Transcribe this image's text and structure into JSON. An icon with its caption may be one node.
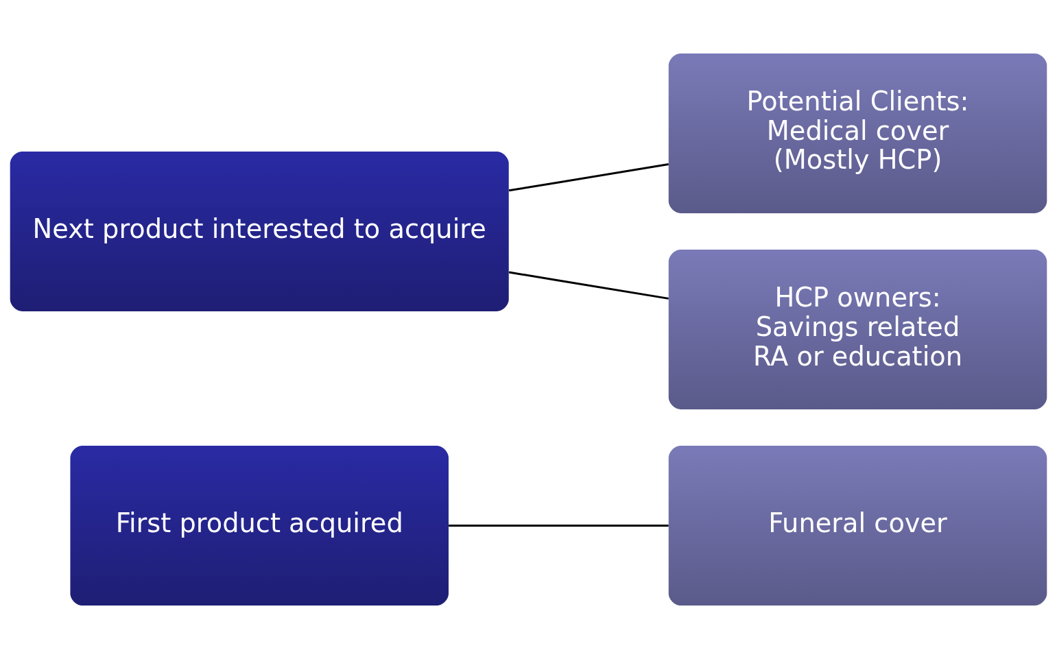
{
  "diagram": {
    "nodes": [
      {
        "text": [
          "First product acquired"
        ]
      },
      {
        "text": [
          "Funeral cover"
        ]
      },
      {
        "text": [
          "Next product interested to acquire"
        ]
      },
      {
        "text": [
          "Potential Clients:",
          "Medical cover",
          "(Mostly HCP)"
        ]
      },
      {
        "text": [
          "HCP owners:",
          "Savings related",
          "RA or education"
        ]
      }
    ],
    "edges": [
      {
        "from": 0,
        "to": 1,
        "arrow": "none"
      },
      {
        "from": 2,
        "to": 3,
        "arrow": "none"
      },
      {
        "from": 2,
        "to": 4,
        "arrow": "none"
      }
    ]
  }
}
